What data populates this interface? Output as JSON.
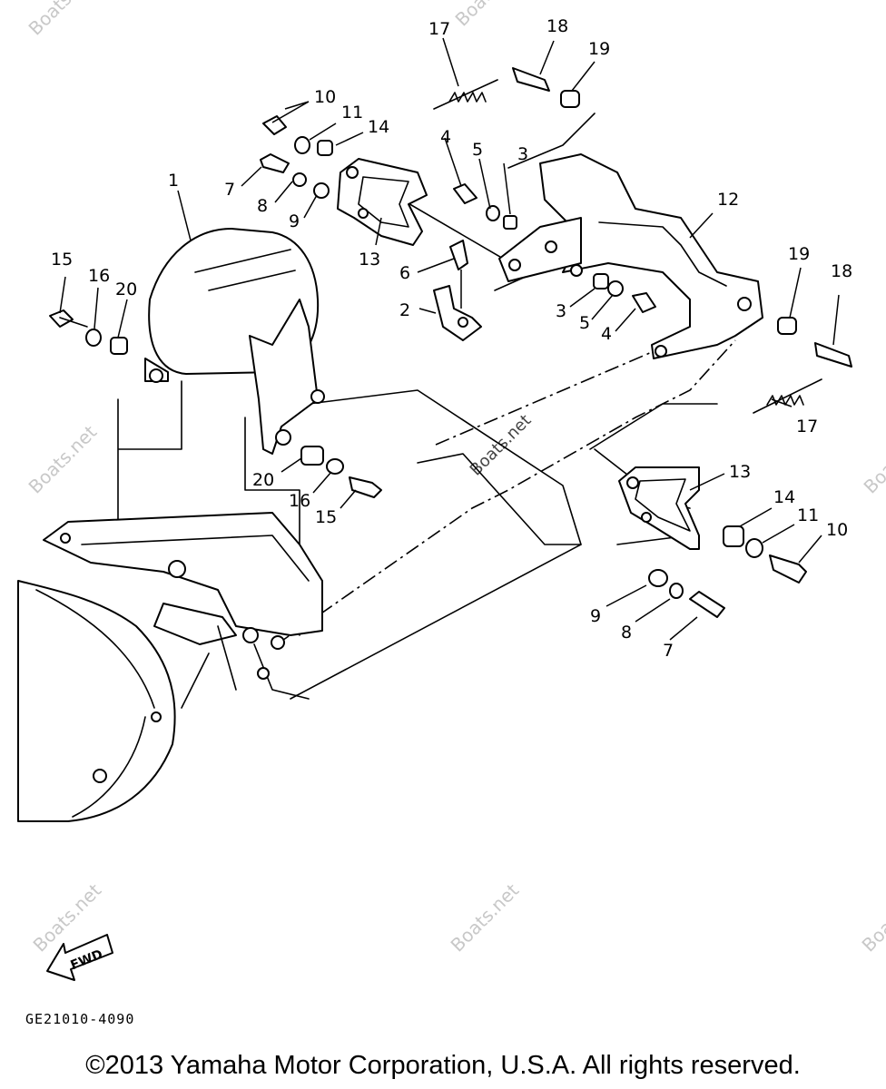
{
  "callouts": {
    "c1": "1",
    "c2": "2",
    "c3a": "3",
    "c3b": "3",
    "c4a": "4",
    "c4b": "4",
    "c5a": "5",
    "c5b": "5",
    "c6": "6",
    "c7a": "7",
    "c7b": "7",
    "c8a": "8",
    "c8b": "8",
    "c9a": "9",
    "c9b": "9",
    "c10a": "10",
    "c10b": "10",
    "c11a": "11",
    "c11b": "11",
    "c12": "12",
    "c13a": "13",
    "c13b": "13",
    "c14a": "14",
    "c14b": "14",
    "c15a": "15",
    "c15b": "15",
    "c16a": "16",
    "c16b": "16",
    "c17a": "17",
    "c17b": "17",
    "c18a": "18",
    "c18b": "18",
    "c19a": "19",
    "c19b": "19",
    "c20a": "20",
    "c20b": "20"
  },
  "fwd_label": "FWD",
  "diagram_code": "GE21010-4090",
  "watermark_text": "Boats.net",
  "copyright": "©2013 Yamaha Motor Corporation, U.S.A. All rights reserved."
}
